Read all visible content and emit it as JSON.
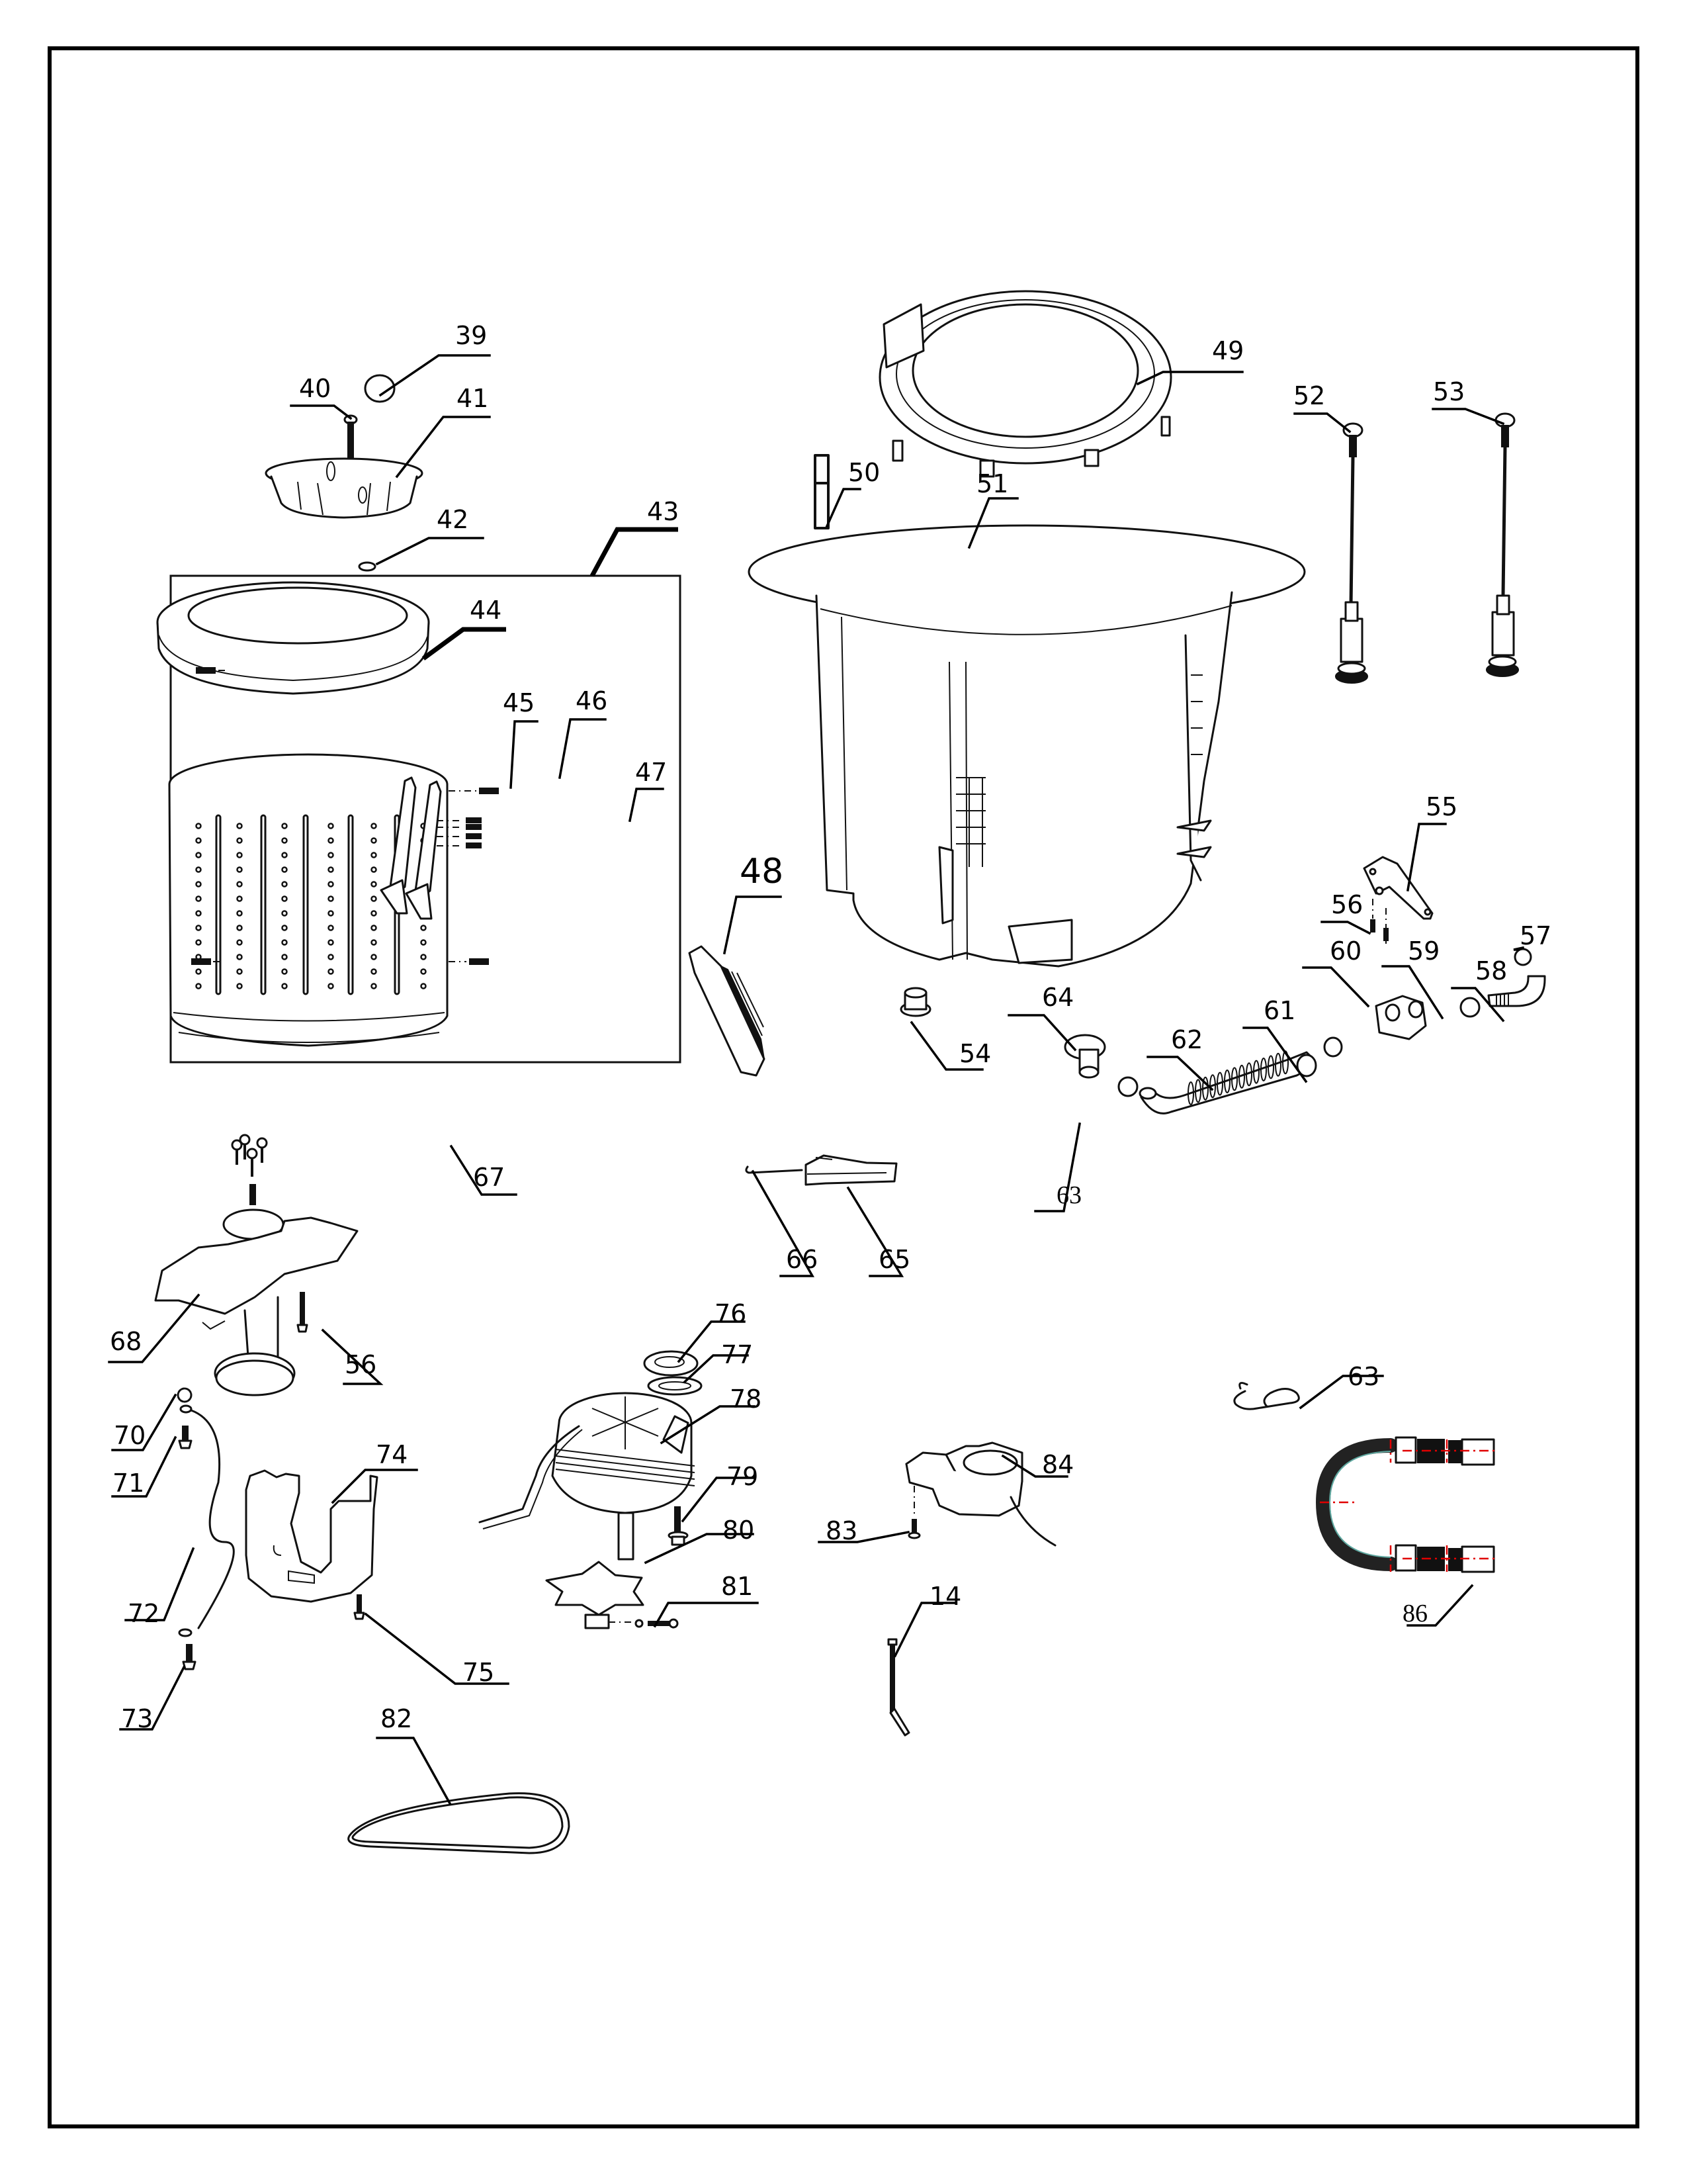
{
  "diagram": {
    "title": "",
    "type": "exploded parts diagram",
    "subject": "top-load washing machine tub, drive and drain assembly",
    "accent_colors": {
      "line": "#000000",
      "centerline": "#e00000",
      "hose_core": "#5fa8a0"
    },
    "callouts": [
      {
        "id": "c39",
        "label": "39",
        "part": "o-ring"
      },
      {
        "id": "c40",
        "label": "40",
        "part": "screw"
      },
      {
        "id": "c41",
        "label": "41",
        "part": "pulsator-cap"
      },
      {
        "id": "c42",
        "label": "42",
        "part": "washer"
      },
      {
        "id": "c43",
        "label": "43",
        "part": "inner-tub-assembly"
      },
      {
        "id": "c44",
        "label": "44",
        "part": "balance-ring"
      },
      {
        "id": "c45",
        "label": "45",
        "part": "screw"
      },
      {
        "id": "c46",
        "label": "46",
        "part": "lifter-rib"
      },
      {
        "id": "c47",
        "label": "47",
        "part": "screws"
      },
      {
        "id": "c48",
        "label": "48",
        "part": "lint-filter"
      },
      {
        "id": "c49",
        "label": "49",
        "part": "tub-cover"
      },
      {
        "id": "c50",
        "label": "50",
        "part": "overflow-pipe"
      },
      {
        "id": "c51",
        "label": "51",
        "part": "outer-tub"
      },
      {
        "id": "c52",
        "label": "52",
        "part": "suspension-rod"
      },
      {
        "id": "c53",
        "label": "53",
        "part": "suspension-rod"
      },
      {
        "id": "c54",
        "label": "54",
        "part": "bushing"
      },
      {
        "id": "c55",
        "label": "55",
        "part": "bracket"
      },
      {
        "id": "c56a",
        "label": "56",
        "part": "screw"
      },
      {
        "id": "c57",
        "label": "57",
        "part": "hose-clamp"
      },
      {
        "id": "c58",
        "label": "58",
        "part": "elbow-hose"
      },
      {
        "id": "c59",
        "label": "59",
        "part": "hose-clamp"
      },
      {
        "id": "c60",
        "label": "60",
        "part": "drain-valve"
      },
      {
        "id": "c61",
        "label": "61",
        "part": "hose-clamp"
      },
      {
        "id": "c62",
        "label": "62",
        "part": "drain-hose"
      },
      {
        "id": "c63a",
        "label": "63",
        "part": "hose-clamp"
      },
      {
        "id": "c64",
        "label": "64",
        "part": "air-trap-nozzle"
      },
      {
        "id": "c65",
        "label": "65",
        "part": "filter-housing"
      },
      {
        "id": "c66",
        "label": "66",
        "part": "pin"
      },
      {
        "id": "c67",
        "label": "67",
        "part": "bolts"
      },
      {
        "id": "c68",
        "label": "68",
        "part": "gearbox-clutch-assembly"
      },
      {
        "id": "c56b",
        "label": "56",
        "part": "bolt"
      },
      {
        "id": "c70",
        "label": "70",
        "part": "star-washer"
      },
      {
        "id": "c71",
        "label": "71",
        "part": "screw"
      },
      {
        "id": "c72",
        "label": "72",
        "part": "ground-wire"
      },
      {
        "id": "c73",
        "label": "73",
        "part": "screw"
      },
      {
        "id": "c74",
        "label": "74",
        "part": "motor-bracket"
      },
      {
        "id": "c75",
        "label": "75",
        "part": "screw"
      },
      {
        "id": "c76",
        "label": "76",
        "part": "rubber-cushion"
      },
      {
        "id": "c77",
        "label": "77",
        "part": "cushion-plate"
      },
      {
        "id": "c78",
        "label": "78",
        "part": "motor"
      },
      {
        "id": "c79",
        "label": "79",
        "part": "bolt"
      },
      {
        "id": "c80",
        "label": "80",
        "part": "motor-pulley-fan"
      },
      {
        "id": "c81",
        "label": "81",
        "part": "bolt-and-nut"
      },
      {
        "id": "c82",
        "label": "82",
        "part": "drive-belt"
      },
      {
        "id": "c83",
        "label": "83",
        "part": "screw"
      },
      {
        "id": "c84",
        "label": "84",
        "part": "drain-motor"
      },
      {
        "id": "c14",
        "label": "14",
        "part": "cable-tie"
      },
      {
        "id": "c63b",
        "label": "63",
        "part": "hose-clip"
      },
      {
        "id": "c86",
        "label": "86",
        "part": "inlet-hose"
      }
    ]
  }
}
